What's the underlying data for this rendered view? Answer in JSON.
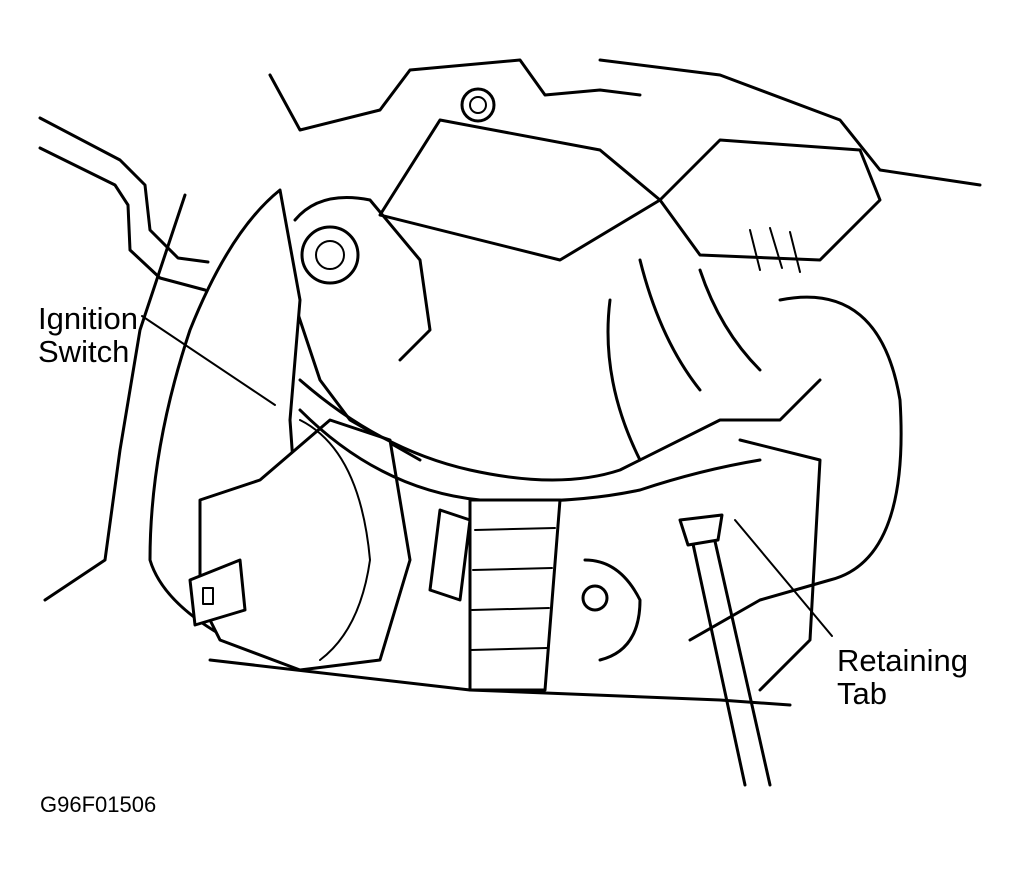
{
  "labels": {
    "ignition_switch": [
      "Ignition",
      "Switch"
    ],
    "retaining_tab": [
      "Retaining",
      "Tab"
    ]
  },
  "figure_id": "G96F01506",
  "colors": {
    "line": "#000000",
    "background": "#ffffff"
  }
}
